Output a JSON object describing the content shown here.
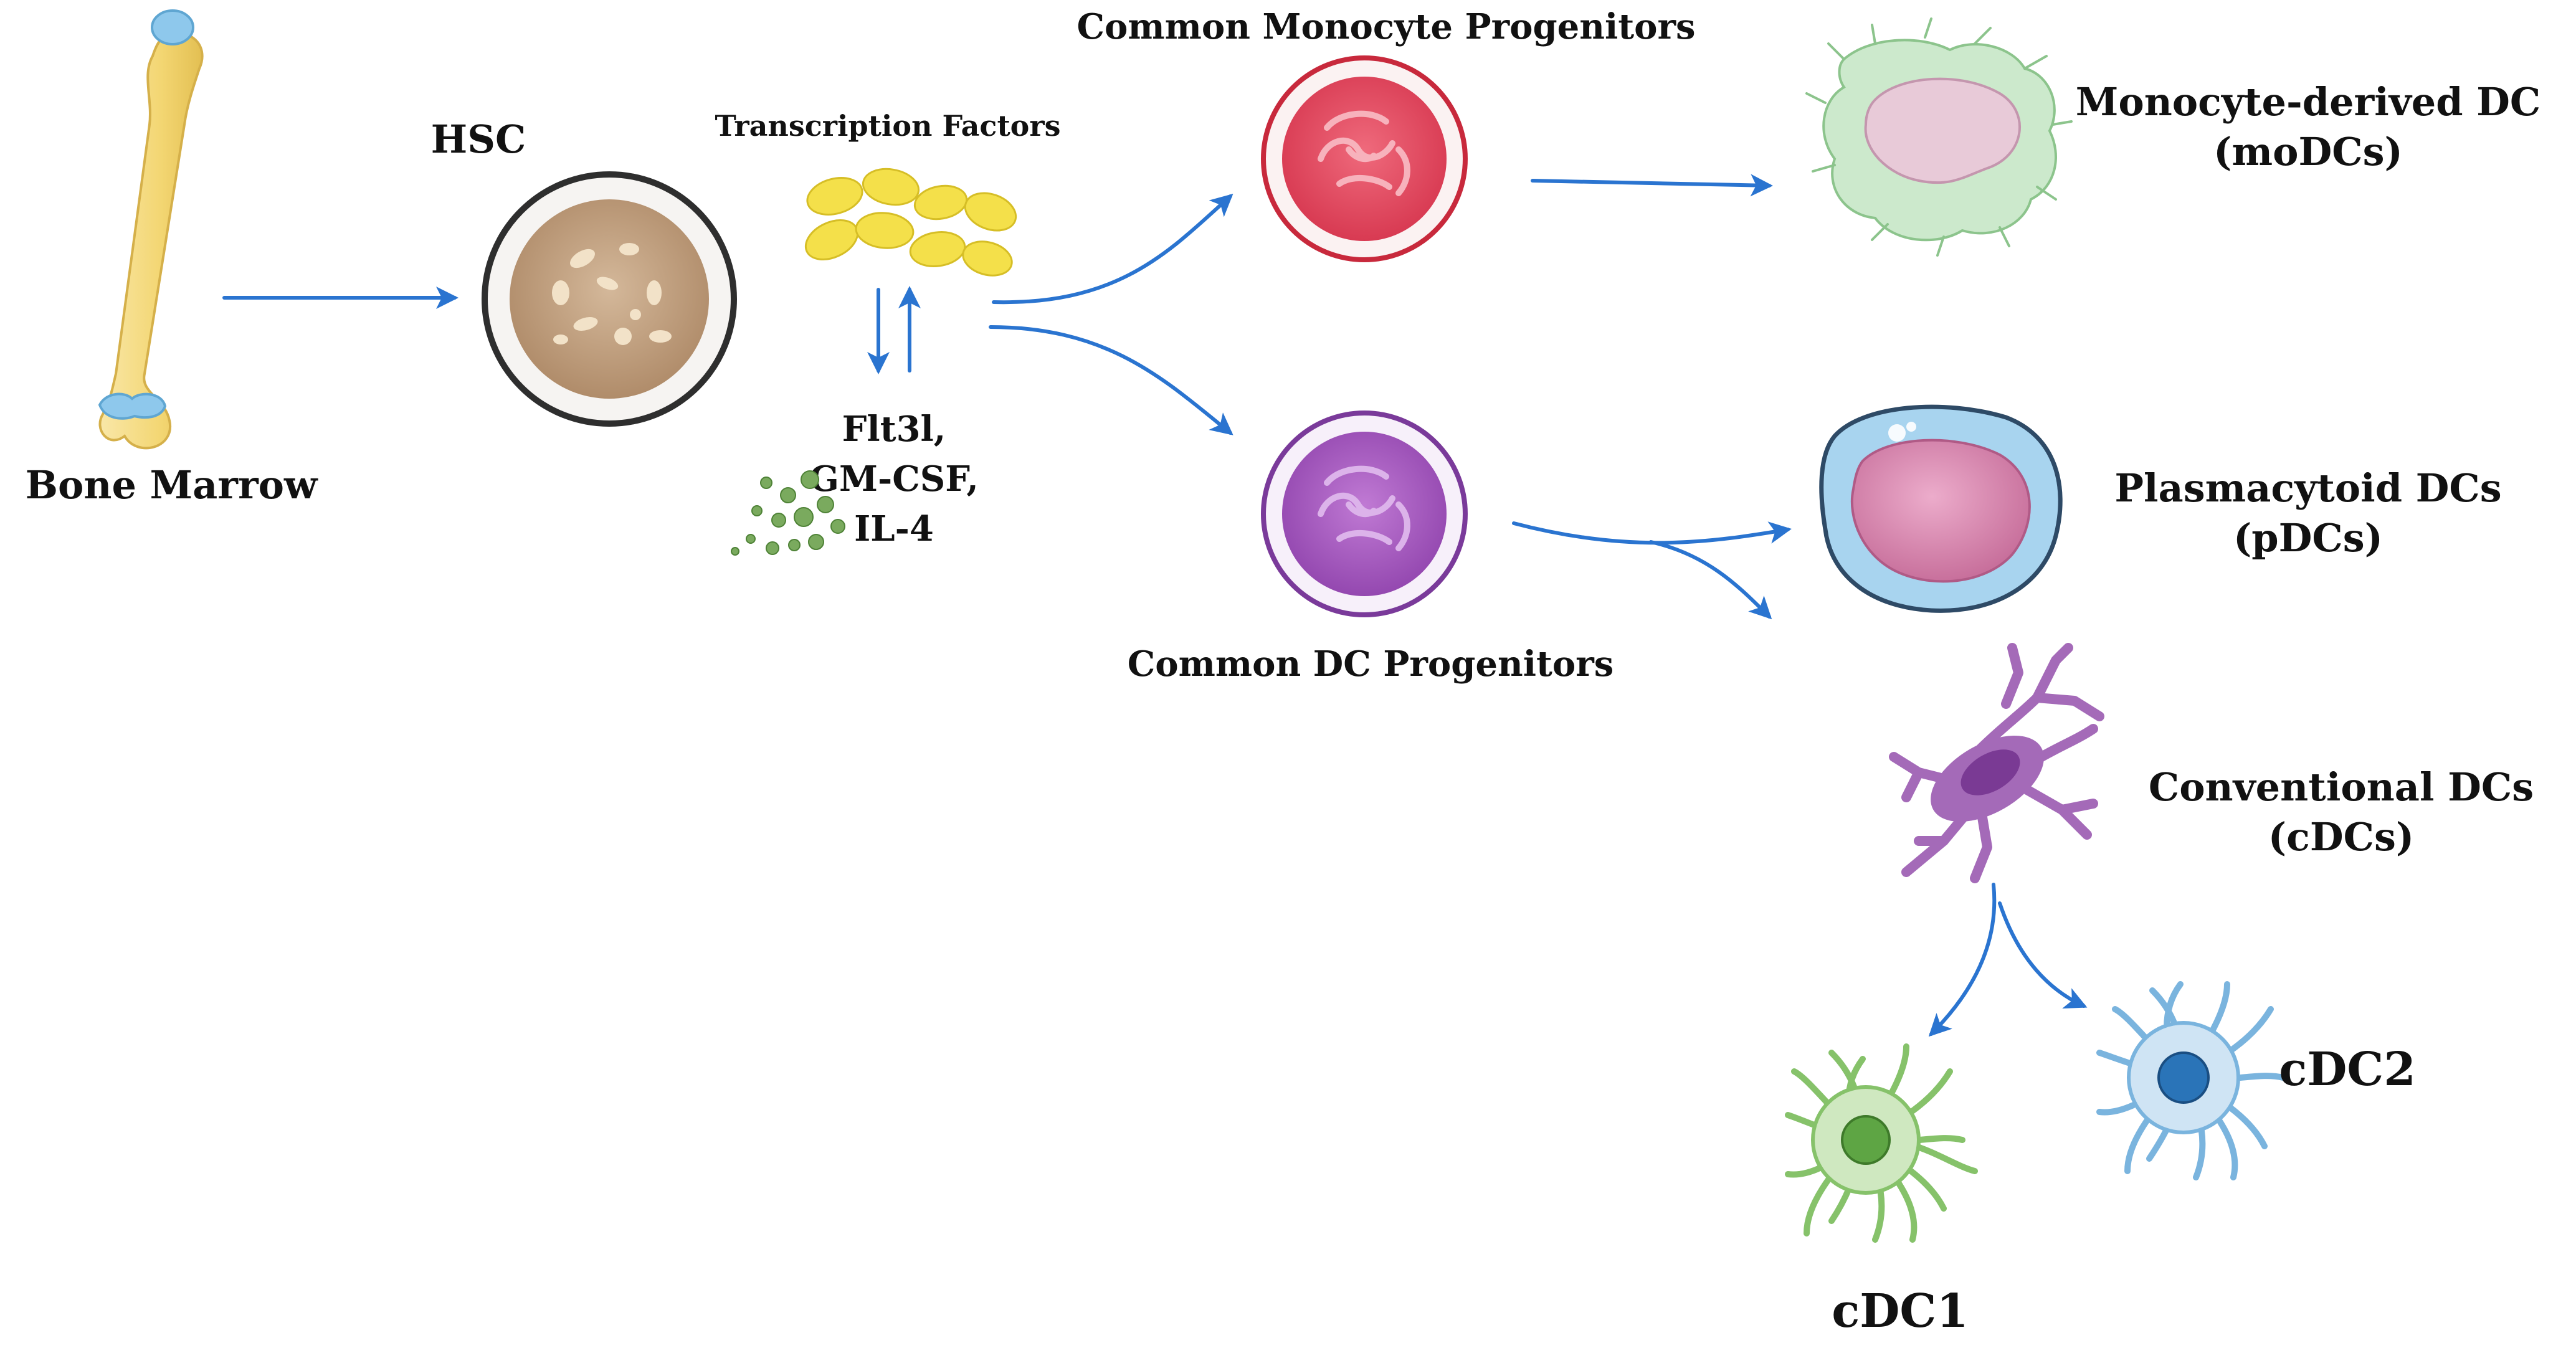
{
  "labels": {
    "bone_marrow": "Bone Marrow",
    "hsc": "HSC",
    "transcription_factors": "Transcription Factors",
    "cytokines": [
      "Flt3l,",
      "GM-CSF,",
      "IL-4"
    ],
    "cmp": "Common Monocyte Progenitors",
    "cdp": "Common DC Progenitors",
    "modc": [
      "Monocyte-derived DC",
      "(moDCs)"
    ],
    "pdc": [
      "Plasmacytoid DCs",
      "(pDCs)"
    ],
    "cdc": [
      "Conventional DCs",
      "(cDCs)"
    ],
    "cdc1": "cDC1",
    "cdc2": "cDC2"
  },
  "icons": {
    "bone": "bone-icon",
    "hsc_cell": "hsc-cell-icon",
    "transcription_factors": "transcription-factor-icon",
    "cytokine_dots": "cytokine-dots-icon",
    "cmp_cell": "cmp-cell-icon",
    "cdp_cell": "cdp-cell-icon",
    "modc_cell": "modc-cell-icon",
    "pdc_cell": "pdc-cell-icon",
    "cdc_cell": "cdc-cell-icon",
    "cdc1_cell": "cdc1-cell-icon",
    "cdc2_cell": "cdc2-cell-icon"
  },
  "colors": {
    "arrow": "#2a74d0",
    "bone": "#f6df8c",
    "bone_tip": "#8ec8ec",
    "hsc": "#c8a98a",
    "transcription": "#f4e04a",
    "cytokine": "#7aaa5e",
    "cmp": "#e04a5e",
    "cdp": "#a85ac0",
    "modc": "#c8e8c8",
    "pdc_outer": "#a8d4ef",
    "pdc_nucleus": "#d890b4",
    "cdc": "#a46ab8",
    "cdc1": "#86c26a",
    "cdc2": "#7ab4de"
  }
}
